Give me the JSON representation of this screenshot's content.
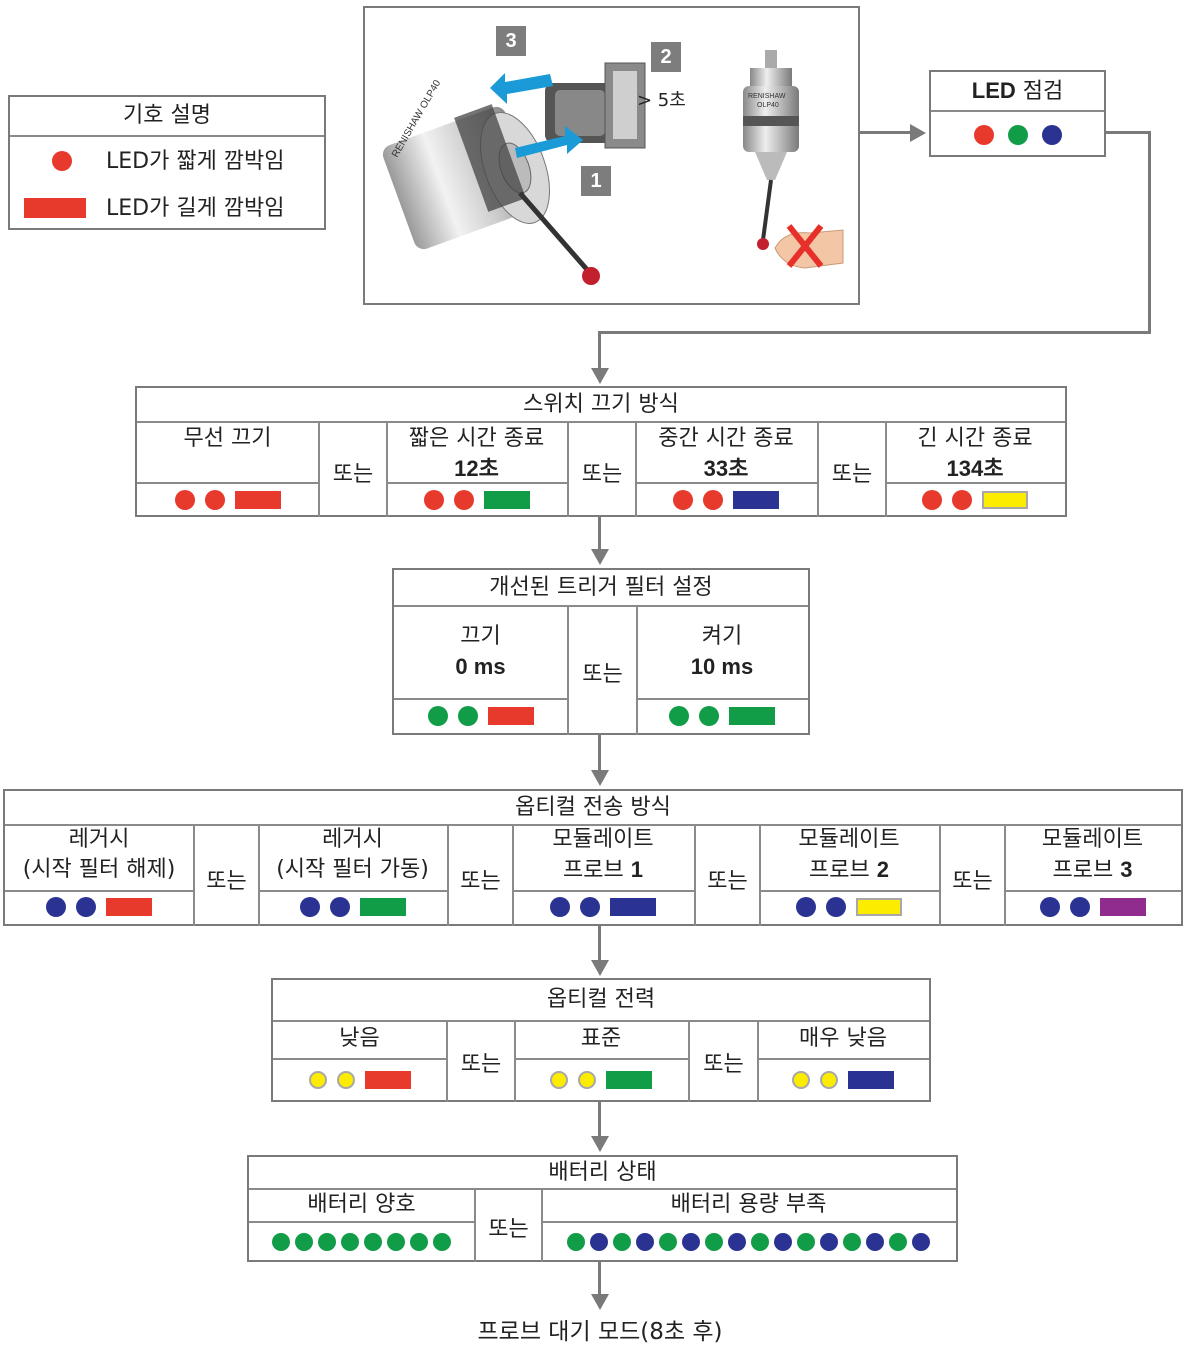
{
  "colors": {
    "red": "#e8392d",
    "green": "#119d47",
    "blue": "#2a3391",
    "yellow": "#fcec00",
    "purple": "#8f2c8e",
    "gray": "#7a7a7a"
  },
  "legend": {
    "title": "기호 설명",
    "short": "LED가 짧게 깜박임",
    "long": "LED가 길게 깜박임"
  },
  "image": {
    "badge1": "1",
    "badge2": "2",
    "badge3": "3",
    "time": "> 5초",
    "brand": "RENISHAW",
    "model": "OLP40"
  },
  "led_check": {
    "title_bold": "LED",
    "title_rest": " 점검"
  },
  "switch_off": {
    "title": "스위치 끄기 방식",
    "opt1_line1": "무선 끄기",
    "opt2_line1": "짧은 시간 종료",
    "opt2_line2": "12초",
    "opt3_line1": "중간 시간 종료",
    "opt3_line2": "33초",
    "opt4_line1": "긴 시간 종료",
    "opt4_line2": "134초",
    "or": "또는"
  },
  "trigger": {
    "title": "개선된 트리거 필터 설정",
    "opt1_line1": "끄기",
    "opt1_line2": "0 ms",
    "opt2_line1": "켜기",
    "opt2_line2": "10 ms",
    "or": "또는"
  },
  "optical_tx": {
    "title": "옵티컬 전송 방식",
    "opt1_line1": "레거시",
    "opt1_line2": "(시작 필터 해제)",
    "opt2_line1": "레거시",
    "opt2_line2": "(시작 필터 가동)",
    "opt3_line1": "모듈레이트",
    "opt3_line2a": "프로브 ",
    "opt3_line2b": "1",
    "opt4_line1": "모듈레이트",
    "opt4_line2a": "프로브 ",
    "opt4_line2b": "2",
    "opt5_line1": "모듈레이트",
    "opt5_line2a": "프로브 ",
    "opt5_line2b": "3",
    "or": "또는"
  },
  "optical_power": {
    "title": "옵티컬 전력",
    "opt1": "낮음",
    "opt2": "표준",
    "opt3": "매우 낮음",
    "or": "또는"
  },
  "battery": {
    "title": "배터리 상태",
    "opt1": "배터리 양호",
    "opt2": "배터리 용량 부족",
    "or": "또는"
  },
  "final": "프로브 대기 모드(8초 후)"
}
